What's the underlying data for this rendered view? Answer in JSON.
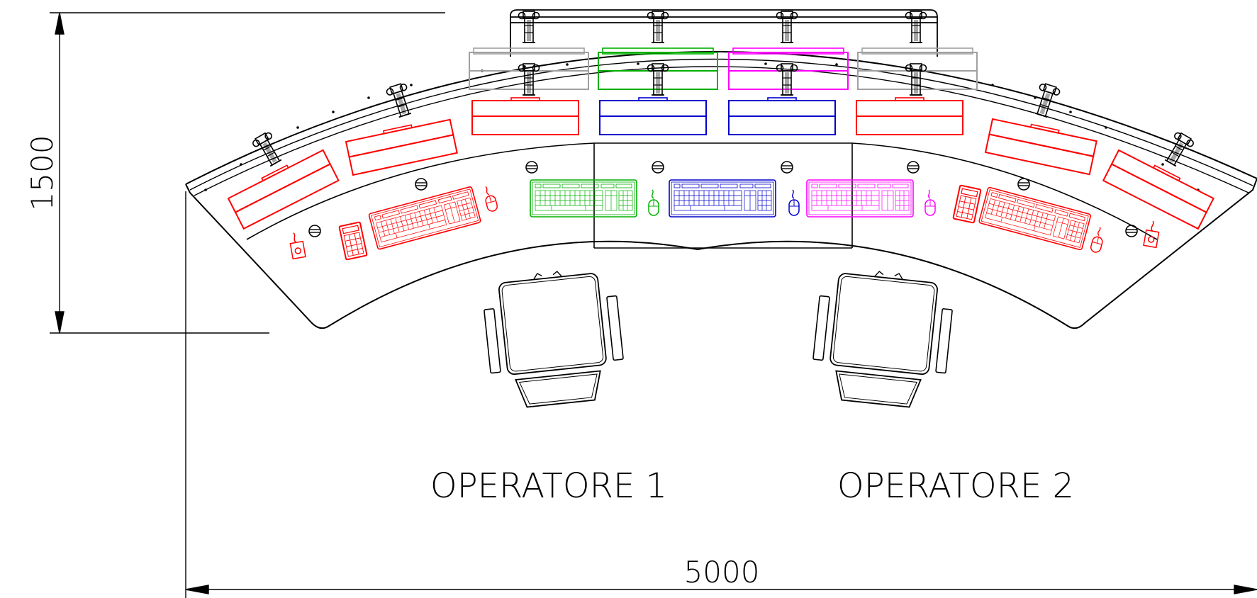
{
  "dimensions": {
    "depth": "1500",
    "width": "5000"
  },
  "operators": [
    {
      "label": "OPERATORE 1"
    },
    {
      "label": "OPERATORE 2"
    }
  ],
  "colors": {
    "lines": "#000000",
    "red_station": "#ff0000",
    "green_station": "#00b000",
    "blue_station": "#0000cc",
    "magenta_station": "#ff00ff",
    "grey_station": "#a0a0a0"
  },
  "icons": [
    "keyboard-icon",
    "mouse-icon",
    "keypad-icon",
    "joystick-icon",
    "grommet-icon",
    "monitor-icon",
    "chair-icon",
    "monitor-arm-icon"
  ]
}
